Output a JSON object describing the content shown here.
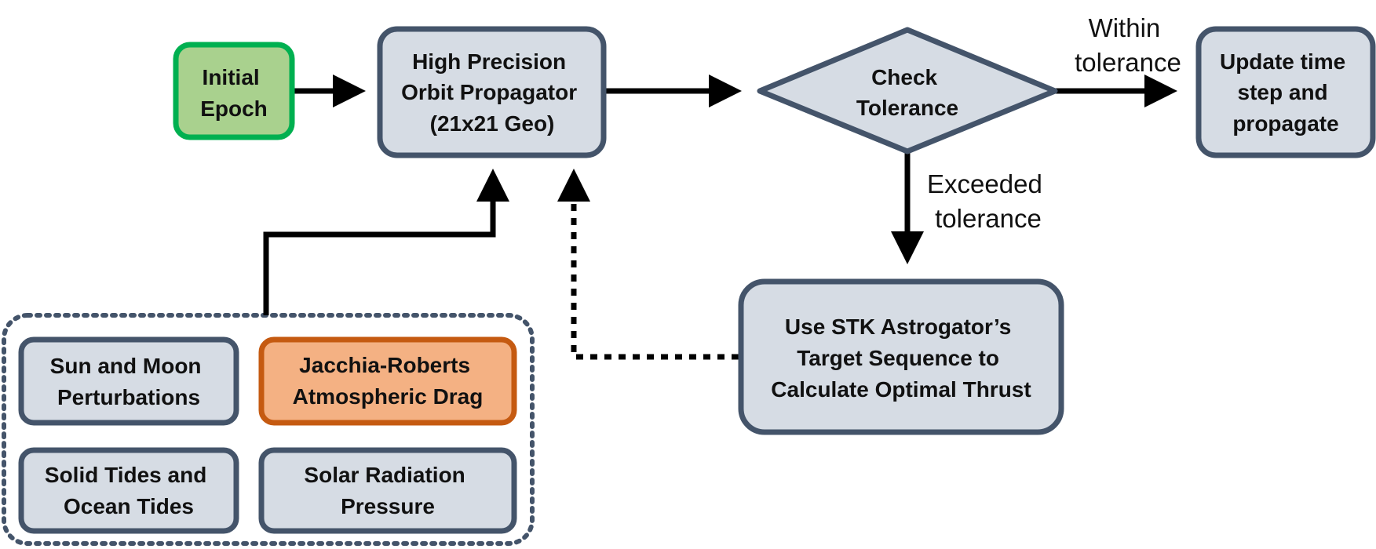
{
  "diagram": {
    "nodes": {
      "initial_epoch": {
        "lines": [
          "Initial",
          "Epoch"
        ]
      },
      "propagator": {
        "lines": [
          "High Precision",
          "Orbit Propagator",
          "(21x21 Geo)"
        ]
      },
      "check_tolerance": {
        "lines": [
          "Check",
          "Tolerance"
        ]
      },
      "update_time_step": {
        "lines": [
          "Update time",
          "step and",
          "propagate"
        ]
      },
      "target_sequence": {
        "lines": [
          "Use STK Astrogator’s",
          "Target Sequence to",
          "Calculate Optimal Thrust"
        ]
      },
      "sun_moon": {
        "lines": [
          "Sun and Moon",
          "Perturbations"
        ]
      },
      "jacchia_roberts": {
        "lines": [
          "Jacchia-Roberts",
          "Atmospheric Drag"
        ]
      },
      "solid_ocean_tides": {
        "lines": [
          "Solid Tides and",
          "Ocean Tides"
        ]
      },
      "solar_radiation": {
        "lines": [
          "Solar Radiation",
          "Pressure"
        ]
      }
    },
    "edges": {
      "within_tolerance": {
        "lines": [
          "Within",
          "tolerance"
        ]
      },
      "exceeded_tolerance": {
        "lines": [
          "Exceeded",
          "tolerance"
        ]
      }
    }
  },
  "colors": {
    "node_fill": "#d6dce4",
    "node_stroke": "#44546a",
    "start_fill": "#a9d18e",
    "start_stroke": "#00b050",
    "highlight_fill": "#f4b183",
    "highlight_stroke": "#c55a11",
    "arrow": "#000000",
    "group_border": "#44546a"
  }
}
